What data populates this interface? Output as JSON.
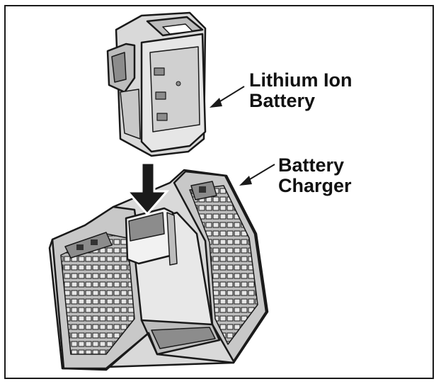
{
  "labels": {
    "battery": [
      "Lithium Ion",
      "Battery"
    ],
    "charger": [
      "Battery",
      "Charger"
    ]
  },
  "icons": {
    "battery": "lithium-ion-battery-icon",
    "charger": "battery-charger-icon",
    "insert_arrow": "arrow-down-icon"
  },
  "colors": {
    "line": "#1a1a1a",
    "shade_light": "#d9d9d9",
    "shade_mid": "#bdbdbd",
    "shade_dark": "#8c8c8c",
    "background": "#ffffff"
  }
}
